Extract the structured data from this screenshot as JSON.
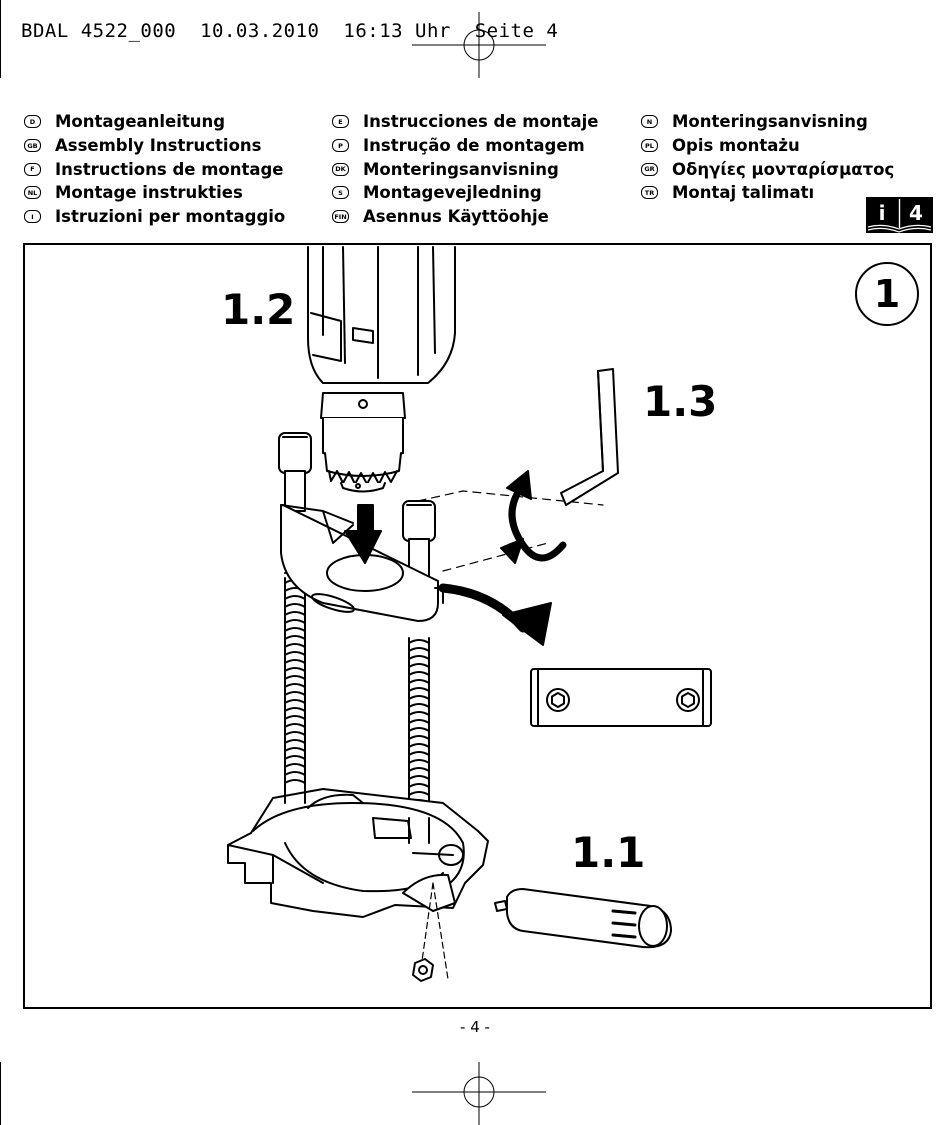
{
  "header": {
    "doc_code": "BDAL 4522_000",
    "date": "10.03.2010",
    "time": "16:13 Uhr",
    "page_label": "Seite 4"
  },
  "languages": [
    {
      "code": "D",
      "text": "Montageanleitung"
    },
    {
      "code": "GB",
      "text": "Assembly Instructions"
    },
    {
      "code": "F",
      "text": "Instructions de montage"
    },
    {
      "code": "NL",
      "text": "Montage instrukties"
    },
    {
      "code": "I",
      "text": "Istruzioni per montaggio"
    },
    {
      "code": "E",
      "text": "Instrucciones de montaje"
    },
    {
      "code": "P",
      "text": "Instrução de montagem"
    },
    {
      "code": "DK",
      "text": "Monteringsanvisning"
    },
    {
      "code": "S",
      "text": "Montagevejledning"
    },
    {
      "code": "FIN",
      "text": "Asennus Käyttöohje"
    },
    {
      "code": "N",
      "text": "Monteringsanvisning"
    },
    {
      "code": "PL",
      "text": "Opis montażu"
    },
    {
      "code": "GR",
      "text": "Οδηγίες μονταρίσματος"
    },
    {
      "code": "TR",
      "text": "Montaj talimatı"
    }
  ],
  "info_icon": {
    "letter": "i",
    "number": "4"
  },
  "figure": {
    "number": "1",
    "label_1_1": "1.1",
    "label_1_2": "1.2",
    "label_1_3": "1.3"
  },
  "footer": {
    "page": "- 4 -"
  }
}
